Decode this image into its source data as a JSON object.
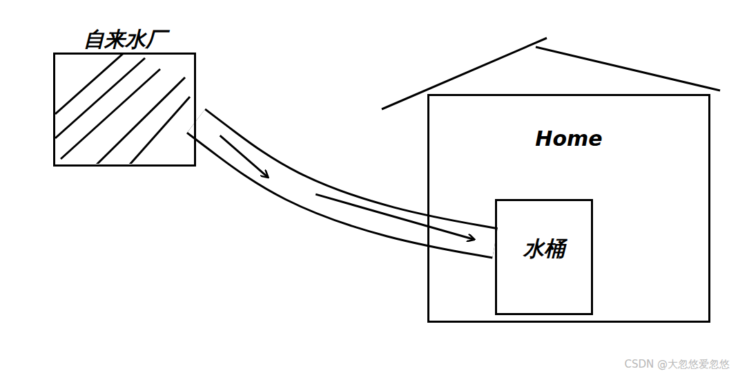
{
  "diagram": {
    "nodes": [
      {
        "text": [
          "自来水厂"
        ]
      },
      {
        "text": [
          "Home"
        ]
      },
      {
        "text": [
          "水桶"
        ],
        "in": 1
      }
    ],
    "edges": [
      {
        "from": 0,
        "to": 2,
        "arrow": "to"
      }
    ],
    "labels": [
      "CSDN @大忽悠爱忽悠"
    ]
  }
}
